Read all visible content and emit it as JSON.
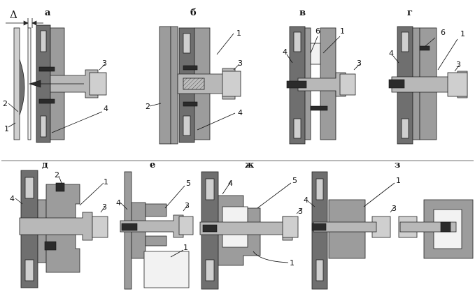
{
  "panels": [
    {
      "id": "a",
      "label": "а",
      "gap_symbol": "Δ",
      "callouts": [
        "1",
        "2",
        "3",
        "4"
      ]
    },
    {
      "id": "b",
      "label": "б",
      "callouts": [
        "1",
        "2",
        "3",
        "4"
      ]
    },
    {
      "id": "v",
      "label": "в",
      "callouts": [
        "6",
        "1",
        "4",
        "3"
      ]
    },
    {
      "id": "g",
      "label": "г",
      "callouts": [
        "6",
        "1",
        "4",
        "3"
      ]
    },
    {
      "id": "d",
      "label": "д",
      "callouts": [
        "2",
        "1",
        "4",
        "3"
      ]
    },
    {
      "id": "e",
      "label": "е",
      "callouts": [
        "5",
        "4",
        "3",
        "1"
      ]
    },
    {
      "id": "zh",
      "label": "ж",
      "callouts": [
        "4",
        "5",
        "3",
        "1"
      ]
    },
    {
      "id": "z",
      "label": "з",
      "callouts": [
        "1",
        "4",
        "3"
      ]
    }
  ]
}
